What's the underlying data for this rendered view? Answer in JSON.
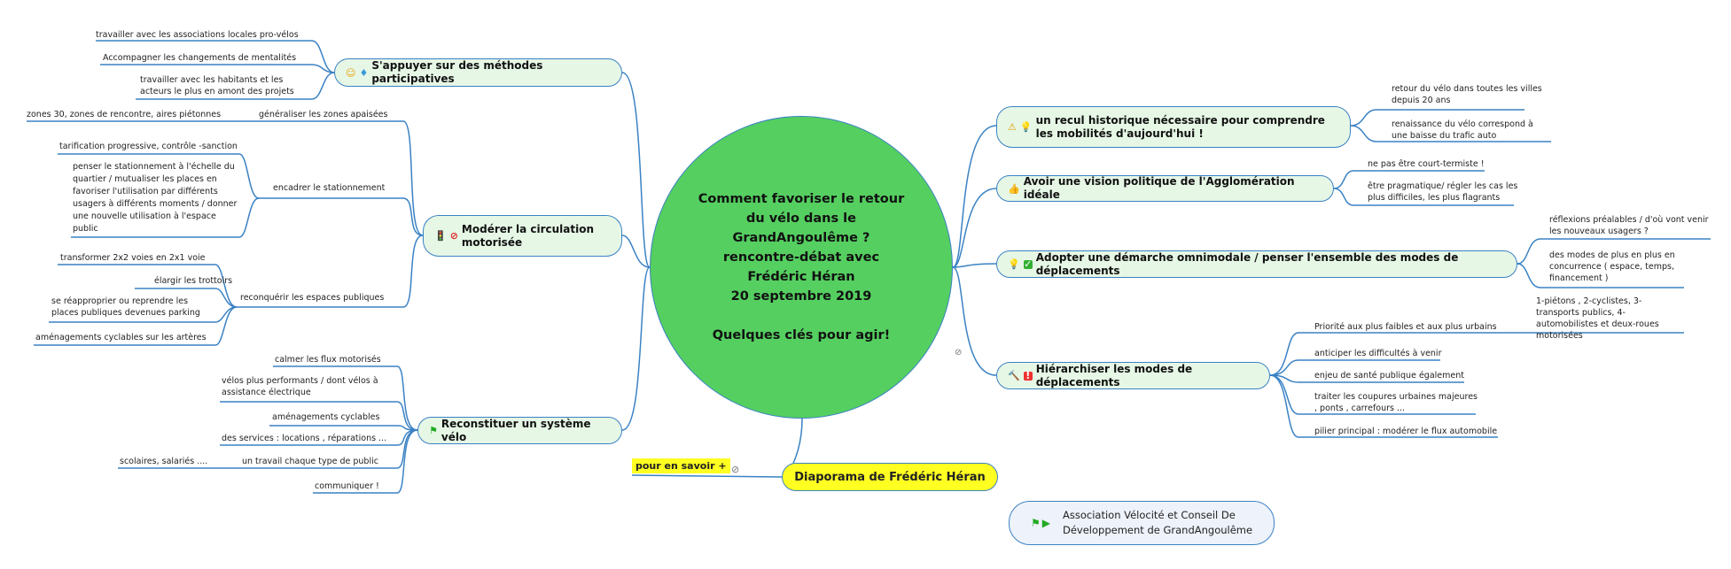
{
  "central": {
    "lines": [
      "Comment favoriser le retour",
      "du vélo dans le",
      "GrandAngoulême ?",
      "rencontre-débat avec",
      "Frédéric Héran",
      "20 septembre 2019",
      "",
      "Quelques clés pour agir!"
    ]
  },
  "left": {
    "participatives": {
      "title": "S'appuyer sur des méthodes participatives",
      "icons": [
        "smile-icon",
        "bird-icon"
      ],
      "leaves": [
        "travailler avec les associations locales pro-vélos",
        "Accompagner les changements de mentalités",
        "travailler avec les habitants et les acteurs le plus en amont des projets"
      ]
    },
    "moderer": {
      "title": "Modérer la circulation motorisée",
      "icons": [
        "traffic-icon",
        "stop-icon"
      ],
      "zones": {
        "label": "généraliser les zones apaisées",
        "sub": "zones 30, zones de rencontre, aires piétonnes"
      },
      "stationnement": {
        "label": "encadrer le stationnement",
        "subs": [
          "tarification progressive, contrôle -sanction",
          "penser le stationnement à l'échelle du quartier / mutualiser les places en favoriser l'utilisation par différents usagers à différents moments / donner une nouvelle utilisation à l'espace public"
        ]
      },
      "reconquerir": {
        "label": "reconquérir les espaces publiques",
        "subs": [
          "transformer 2x2 voies en 2x1 voie",
          "élargir les trottoirs",
          "se réapproprier ou reprendre les places publiques devenues parking",
          "aménagements cyclables sur les artères"
        ]
      }
    },
    "systeme": {
      "title": "Reconstituer un système vélo",
      "icons": [
        "flag-icon"
      ],
      "leaves": [
        "calmer les flux motorisés",
        "vélos plus performants / dont vélos à assistance électrique",
        "aménagements cyclables",
        "des services : locations , réparations ...",
        "un travail chaque type de public",
        "communiquer !"
      ],
      "public_sub": "scolaires, salariés ...."
    }
  },
  "right": {
    "recul": {
      "title": "un recul historique nécessaire  pour comprendre les mobilités d'aujourd'hui !",
      "icons": [
        "warning-icon",
        "bulb-icon"
      ],
      "leaves": [
        "retour du vélo dans toutes les villes depuis 20 ans",
        "renaissance du vélo correspond à une baisse du trafic auto"
      ]
    },
    "vision": {
      "title": "Avoir une vision politique de l'Agglomération idéale",
      "icons": [
        "thumbs-up-icon"
      ],
      "leaves": [
        "ne pas être court-termiste !",
        "être pragmatique/ régler les cas les plus difficiles, les plus flagrants"
      ]
    },
    "omnimodale": {
      "title": "Adopter une démarche omnimodale / penser l'ensemble des modes de déplacements",
      "icons": [
        "bulb-icon",
        "check-icon"
      ],
      "leaves": [
        "réflexions préalables / d'où vont venir les nouveaux usagers ?",
        "des modes de plus en plus en concurrence ( espace, temps, financement )"
      ]
    },
    "hierarchiser": {
      "title": "Hiérarchiser les modes de déplacements",
      "icons": [
        "gavel-icon",
        "exclamation-icon"
      ],
      "priorite": {
        "label": "Priorité aux plus faibles et aux plus urbains",
        "sub": "1-piétons , 2-cyclistes, 3-transports publics, 4-automobilistes et deux-roues motorisées"
      },
      "leaves": [
        "anticiper les difficultés à venir",
        "enjeu de santé publique également",
        "traiter les coupures urbaines majeures , ponts , carrefours ...",
        "pilier principal : modérer le flux automobile"
      ]
    }
  },
  "diaporama": {
    "title": "Diaporama de Frédéric Héran",
    "note": "pour en savoir +"
  },
  "footer": {
    "association": "Association Vélocité et Conseil De Développement de GrandAngoulême"
  },
  "colors": {
    "line": "#3a82c4",
    "central": "#55cf60",
    "topic_bg": "#e6f7e6",
    "highlight": "#ffff22"
  }
}
